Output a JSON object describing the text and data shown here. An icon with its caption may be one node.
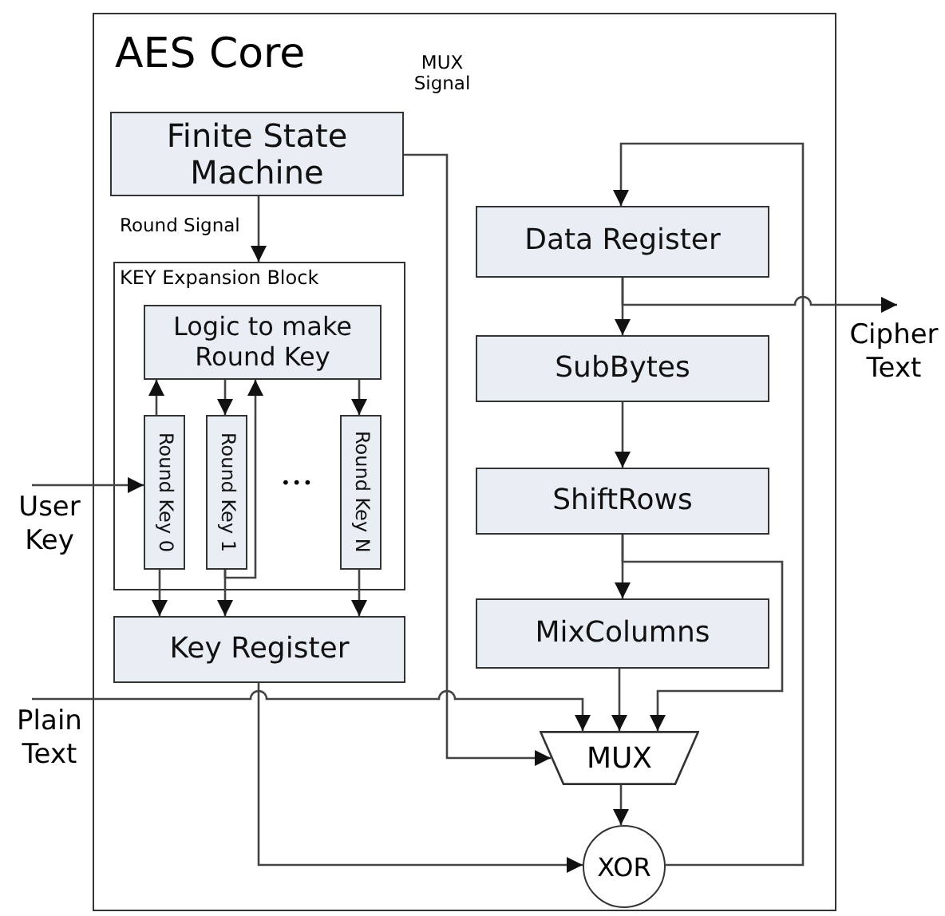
{
  "diagram": {
    "nodes": [
      {
        "text": [
          "AES Core"
        ]
      },
      {
        "text": [
          "Finite State Machine"
        ],
        "in": 0
      },
      {
        "text": [
          "KEY Expansion Block"
        ],
        "in": 0
      },
      {
        "text": [
          "Logic to make Round Key"
        ],
        "in": 2
      },
      {
        "text": [
          "Round Key 0"
        ],
        "in": 2
      },
      {
        "text": [
          "Round Key 1"
        ],
        "in": 2
      },
      {
        "text": [
          "Round Key N"
        ],
        "in": 2
      },
      {
        "text": [
          "Key Register"
        ],
        "in": 0
      },
      {
        "text": [
          "Data Register"
        ],
        "in": 0
      },
      {
        "text": [
          "SubBytes"
        ],
        "in": 0
      },
      {
        "text": [
          "ShiftRows"
        ],
        "in": 0
      },
      {
        "text": [
          "MixColumns"
        ],
        "in": 0
      },
      {
        "text": [
          "MUX"
        ],
        "in": 0
      },
      {
        "text": [
          "XOR"
        ],
        "in": 0
      },
      {
        "text": [
          "User Key"
        ]
      },
      {
        "text": [
          "Plain Text"
        ]
      },
      {
        "text": [
          "Cipher Text"
        ]
      }
    ],
    "edges": [
      {
        "from": 1,
        "to": 2,
        "arrow": "to",
        "label": "Round Signal"
      },
      {
        "from": 1,
        "to": 12,
        "arrow": "to",
        "label": "MUX Signal"
      },
      {
        "from": 4,
        "to": 3,
        "arrow": "to"
      },
      {
        "from": 3,
        "to": 5,
        "arrow": "to"
      },
      {
        "from": 5,
        "to": 3,
        "arrow": "to"
      },
      {
        "from": 3,
        "to": 6,
        "arrow": "to"
      },
      {
        "from": 4,
        "to": 7,
        "arrow": "to"
      },
      {
        "from": 5,
        "to": 7,
        "arrow": "to"
      },
      {
        "from": 6,
        "to": 7,
        "arrow": "to"
      },
      {
        "from": 14,
        "to": 4,
        "arrow": "to"
      },
      {
        "from": 15,
        "to": 12,
        "arrow": "to"
      },
      {
        "from": 7,
        "to": 13,
        "arrow": "to"
      },
      {
        "from": 8,
        "to": 9,
        "arrow": "to"
      },
      {
        "from": 9,
        "to": 10,
        "arrow": "to"
      },
      {
        "from": 10,
        "to": 11,
        "arrow": "to"
      },
      {
        "from": 10,
        "to": 12,
        "arrow": "to"
      },
      {
        "from": 11,
        "to": 12,
        "arrow": "to"
      },
      {
        "from": 12,
        "to": 13,
        "arrow": "to"
      },
      {
        "from": 13,
        "to": 8,
        "arrow": "to"
      },
      {
        "from": 8,
        "to": 16,
        "arrow": "to"
      }
    ],
    "labels": [
      "•••"
    ]
  }
}
